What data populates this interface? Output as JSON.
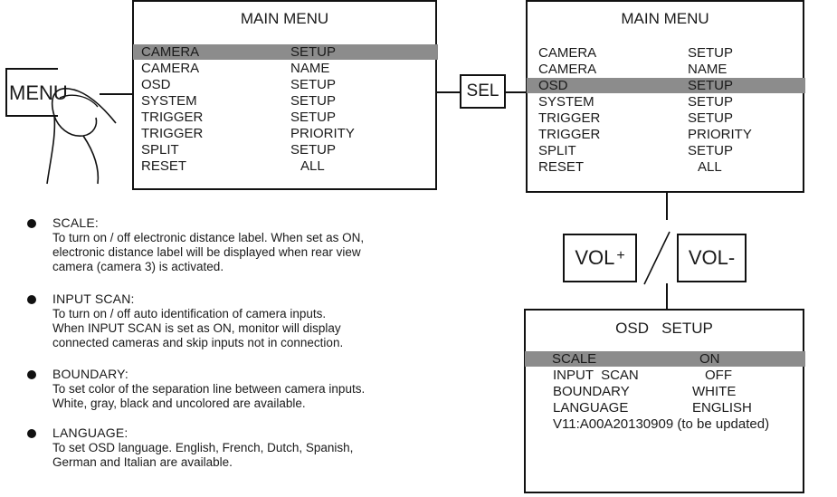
{
  "main_menu_left": {
    "title": "MAIN MENU",
    "rows": [
      {
        "key": "CAMERA",
        "value": "SETUP"
      },
      {
        "key": "CAMERA",
        "value": "NAME"
      },
      {
        "key": "OSD",
        "value": "SETUP"
      },
      {
        "key": "SYSTEM",
        "value": "SETUP"
      },
      {
        "key": "TRIGGER",
        "value": "SETUP"
      },
      {
        "key": "TRIGGER",
        "value": "PRIORITY"
      },
      {
        "key": "SPLIT",
        "value": "SETUP"
      },
      {
        "key": "RESET",
        "value": "ALL"
      }
    ],
    "highlighted_row": 0
  },
  "main_menu_right": {
    "title": "MAIN MENU",
    "rows": [
      {
        "key": "CAMERA",
        "value": "SETUP"
      },
      {
        "key": "CAMERA",
        "value": "NAME"
      },
      {
        "key": "OSD",
        "value": "SETUP"
      },
      {
        "key": "SYSTEM",
        "value": "SETUP"
      },
      {
        "key": "TRIGGER",
        "value": "SETUP"
      },
      {
        "key": "TRIGGER",
        "value": "PRIORITY"
      },
      {
        "key": "SPLIT",
        "value": "SETUP"
      },
      {
        "key": "RESET",
        "value": "ALL"
      }
    ],
    "highlighted_row": 2
  },
  "osd_setup": {
    "title": "OSD   SETUP",
    "rows": [
      {
        "key": "SCALE",
        "value": "ON"
      },
      {
        "key": "INPUT  SCAN",
        "value": "OFF"
      },
      {
        "key": "BOUNDARY",
        "value": "WHITE"
      },
      {
        "key": "LANGUAGE",
        "value": "ENGLISH"
      }
    ],
    "version": "V11:A00A20130909 (to be updated)",
    "highlighted_row": 0
  },
  "buttons": {
    "menu": "MENU",
    "sel": "SEL",
    "vol_plus": "VOL",
    "vol_plus_sign": "+",
    "vol_minus": "VOL-"
  },
  "descriptions": [
    {
      "title": "SCALE:",
      "lines": [
        "To turn on / off electronic distance label. When set as ON,",
        "electronic distance label will be displayed when rear view",
        "camera (camera 3) is activated."
      ]
    },
    {
      "title": "INPUT SCAN:",
      "lines": [
        "To turn on / off auto identification of camera inputs.",
        "When INPUT SCAN is set as ON, monitor will display",
        "connected cameras and skip inputs not in connection."
      ]
    },
    {
      "title": "BOUNDARY:",
      "lines": [
        "To set color of the separation line between camera inputs.",
        "White, gray, black and uncolored are available."
      ]
    },
    {
      "title": "LANGUAGE:",
      "lines": [
        "To set OSD language. English, French, Dutch, Spanish,",
        "German and Italian are available."
      ]
    }
  ]
}
